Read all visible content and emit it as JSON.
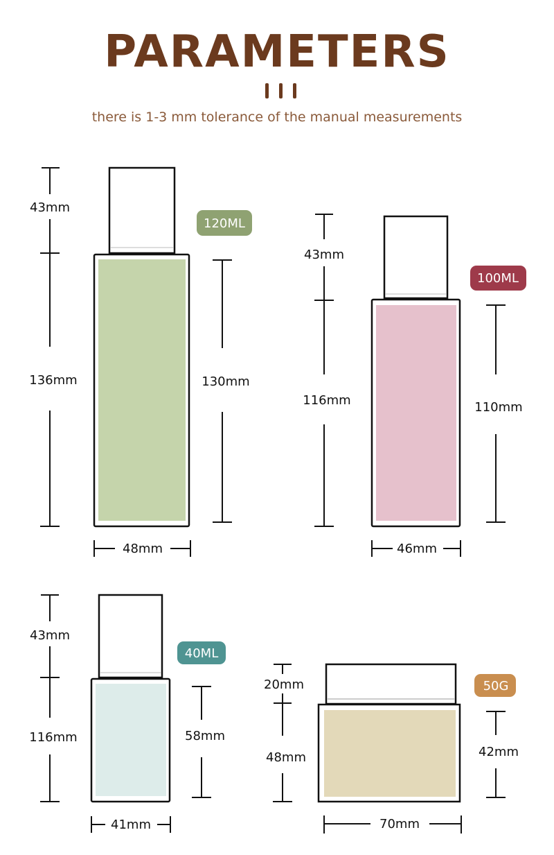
{
  "header": {
    "title": "PARAMETERS",
    "subtitle": "there is 1-3 mm tolerance of the manual measurements",
    "accent_color": "#6b3a1e"
  },
  "products": [
    {
      "capacity": "120ML",
      "badge_color": "#8fa272",
      "fill_color": "#c5d4ab",
      "cap_height": "43mm",
      "total_height": "136mm",
      "body_height": "130mm",
      "width": "48mm"
    },
    {
      "capacity": "100ML",
      "badge_color": "#9e3a4a",
      "fill_color": "#e6c1cc",
      "cap_height": "43mm",
      "total_height": "116mm",
      "body_height": "110mm",
      "width": "46mm"
    },
    {
      "capacity": "40ML",
      "badge_color": "#4f9492",
      "fill_color": "#ddecea",
      "cap_height": "43mm",
      "total_height": "116mm",
      "body_height": "58mm",
      "width": "41mm"
    },
    {
      "capacity": "50G",
      "badge_color": "#c98e4f",
      "fill_color": "#e3d9b9",
      "cap_height": "20mm",
      "total_height": "48mm",
      "body_height": "42mm",
      "width": "70mm"
    }
  ]
}
